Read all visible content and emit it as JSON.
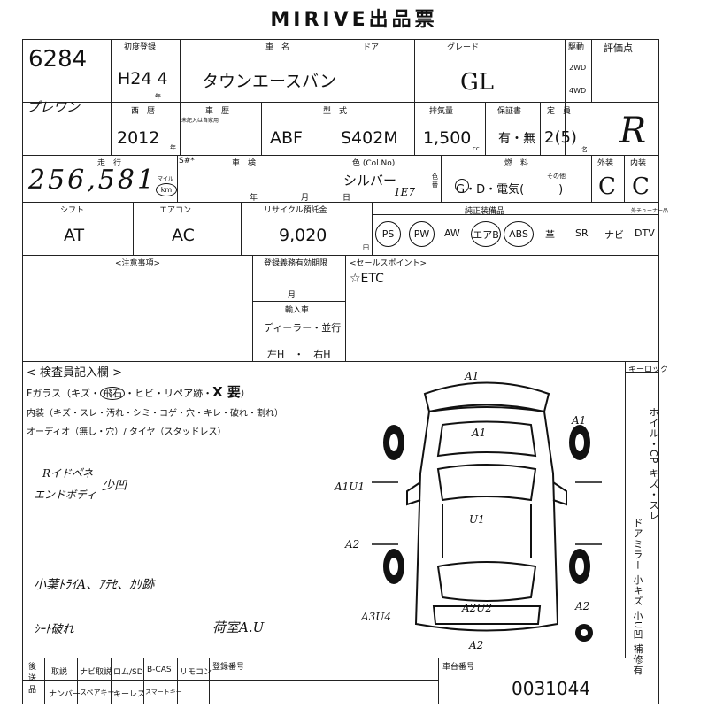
{
  "header": {
    "title": "MIRIVE出品票"
  },
  "lot": {
    "number": "6284",
    "handwritten_name": "プレワン"
  },
  "first_registration": {
    "label": "初度登録",
    "value": "H24 4",
    "unit": "年"
  },
  "car_name": {
    "label": "車　名",
    "value": "タウンエースバン"
  },
  "doors": {
    "label": "ドア"
  },
  "grade": {
    "label": "グレード",
    "value": "GL"
  },
  "drive": {
    "label": "駆動",
    "opt1": "2WD",
    "opt2": "4WD"
  },
  "score": {
    "label": "評価点",
    "value": "R"
  },
  "year": {
    "label": "西　暦",
    "value": "2012",
    "unit": "年"
  },
  "shaken": {
    "label": "車　歴",
    "sub": "未記入は自家用"
  },
  "model": {
    "label": "型　式",
    "prefix": "ABF",
    "code": "S402M"
  },
  "displacement": {
    "label": "排気量",
    "value": "1,500",
    "unit": "cc"
  },
  "warranty": {
    "label": "保証書",
    "value": "有・無"
  },
  "capacity": {
    "label": "定　員",
    "value": "2(5)",
    "unit": "名"
  },
  "mileage": {
    "label": "走　行",
    "value": "256,581",
    "unit_top": "マイル",
    "unit": "km",
    "meter": "S#*"
  },
  "inspection": {
    "label": "車　検",
    "year_unit": "年",
    "month_unit": "月",
    "day_unit": "日"
  },
  "color": {
    "label": "色 (Col.No)",
    "value": "シルバー",
    "code": "1E7",
    "paint_label": "色替"
  },
  "fuel": {
    "label": "燃　料",
    "value": "G・D・電気(　　　)",
    "other": "その他"
  },
  "exterior": {
    "label": "外装",
    "value": "C"
  },
  "interior": {
    "label": "内装",
    "value": "C"
  },
  "shift": {
    "label": "シフト",
    "value": "AT"
  },
  "aircon": {
    "label": "エアコン",
    "value": "AC"
  },
  "recycle": {
    "label": "リサイクル預託金",
    "value": "9,020",
    "unit": "円"
  },
  "equipment": {
    "label": "純正装備品",
    "tuner_label": "外チューナー品",
    "items": [
      "PS",
      "PW",
      "AW",
      "エアB",
      "ABS",
      "革",
      "SR",
      "ナビ",
      "DTV"
    ]
  },
  "notes": {
    "label": "<注意事項>"
  },
  "registration": {
    "label": "登録義務有効期限",
    "month_unit": "月"
  },
  "sales_point": {
    "label": "<セールスポイント>",
    "value": "☆ETC"
  },
  "import": {
    "label": "輸入車",
    "dealer": "ディーラー・並行",
    "handle": "左H　・　右H"
  },
  "inspector": {
    "title": "< 検査員記入欄 >",
    "line1_a": "Fガラス（キズ・",
    "line1_b": "飛石",
    "line1_c": "・ヒビ・リペア跡・",
    "line1_d": "X 要",
    "line1_e": "）",
    "line2": "内装（キズ・スレ・汚れ・シミ・コゲ・穴・キレ・破れ・割れ）",
    "line3": "オーディオ（無し・穴）/ タイヤ（スタッドレス）",
    "memo1": "Rイドベ゙ネ",
    "memo2": "エンドボディ",
    "memo3": "少凹",
    "memo4": "小葉ﾄﾗｲA、ｱﾃｾ、ｶﾘ跡",
    "memo5": "ｼｰﾄ破れ",
    "memo6": "荷室A.U"
  },
  "keylock": {
    "label": "キーロック"
  },
  "side_notes": {
    "wheel": "ホイル・CP キズ・スレ",
    "mirror": "ドアミラー 小キズ 小U凹 補修有"
  },
  "damage_marks": {
    "top": "A1",
    "hood": "A1",
    "right_front": "A1",
    "left_front": "A1U1",
    "roof": "U1",
    "left_rear": "A2",
    "rear_left": "A3U4",
    "rear_center": "A2U2",
    "right_rear": "A2",
    "bottom": "A2"
  },
  "footer": {
    "after_label": "後\n送\n品",
    "items_top": [
      "取説",
      "ナビ取説",
      "ロム/SD",
      "B-CAS",
      "リモコン"
    ],
    "items_bottom": [
      "ナンバー",
      "スペアキー",
      "キーレス",
      "スマートキー"
    ],
    "reg_label": "登録番号",
    "chassis_label": "車台番号",
    "chassis_value": "0031044"
  }
}
